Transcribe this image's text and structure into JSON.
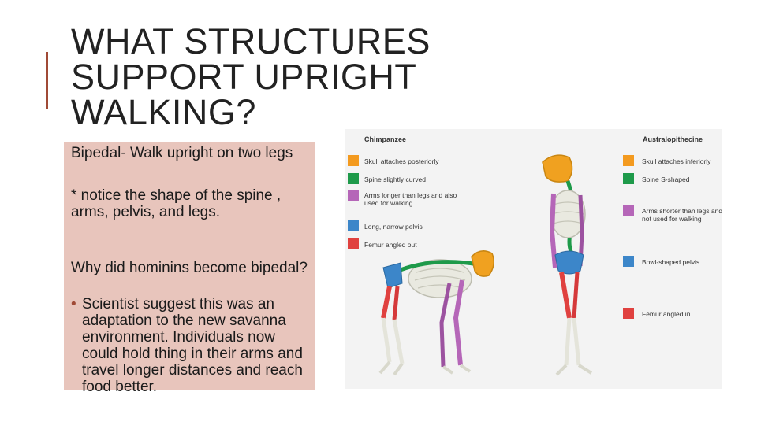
{
  "slide": {
    "title_lines": [
      "WHAT STRUCTURES",
      "SUPPORT UPRIGHT",
      "WALKING?"
    ],
    "body": {
      "p1": "Bipedal- Walk upright on two legs",
      "p2": "* notice the shape of the spine , arms, pelvis, and legs.",
      "p3": "Why did hominins become bipedal?",
      "bullet_marker": "•",
      "bullet": "Scientist suggest this was an adaptation to the new savanna environment. Individuals now could hold thing in their arms and travel longer distances and reach food better."
    }
  },
  "figure": {
    "left_heading": "Chimpanzee",
    "right_heading": "Australopithecine",
    "left_legend": [
      {
        "color": "#f39a1f",
        "text": "Skull attaches posteriorly"
      },
      {
        "color": "#1e9a4a",
        "text": "Spine slightly curved"
      },
      {
        "color": "#b566b8",
        "text": "Arms longer than legs and also used for walking"
      },
      {
        "color": "#3c86c9",
        "text": "Long, narrow pelvis"
      },
      {
        "color": "#e0413f",
        "text": "Femur angled out"
      }
    ],
    "right_legend": [
      {
        "color": "#f39a1f",
        "text": "Skull attaches inferiorly"
      },
      {
        "color": "#1e9a4a",
        "text": "Spine S-shaped"
      },
      {
        "color": "#b566b8",
        "text": "Arms shorter than legs and not used for walking"
      },
      {
        "color": "#3c86c9",
        "text": "Bowl-shaped pelvis"
      },
      {
        "color": "#e0413f",
        "text": "Femur angled in"
      }
    ]
  }
}
